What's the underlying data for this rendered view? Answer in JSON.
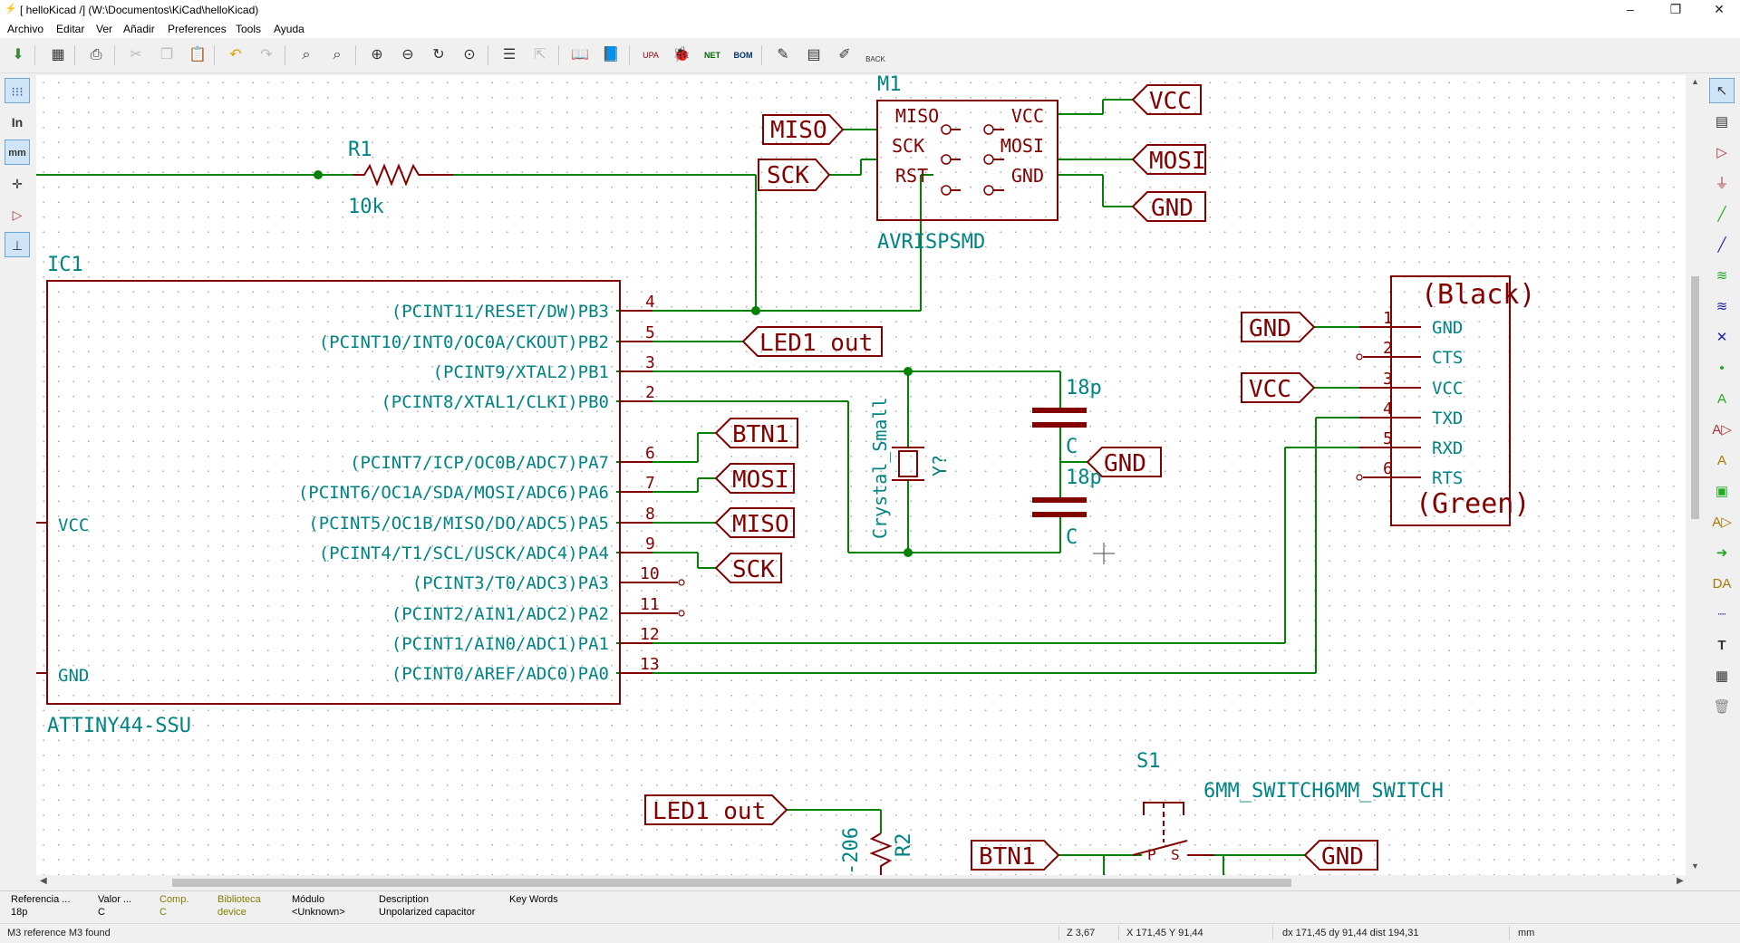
{
  "window": {
    "title": "[ helloKicad /] (W:\\Documentos\\KiCad\\helloKicad)",
    "minimize": "–",
    "maximize": "❐",
    "close": "✕"
  },
  "menu": [
    "Archivo",
    "Editar",
    "Ver",
    "Añadir",
    "Preferences",
    "Tools",
    "Ayuda"
  ],
  "toolbar": {
    "back_label": "BACK",
    "net_label": "NET",
    "bom_label": "BOM",
    "upa_label": "UPA"
  },
  "left_toolbar": {
    "units_in": "In",
    "units_mm": "mm"
  },
  "schematic": {
    "wire_color": "#008400",
    "component_color": "#840000",
    "text_color": "#008484",
    "r1": {
      "ref": "R1",
      "value": "10k"
    },
    "m1": {
      "ref": "M1",
      "value": "AVRISPSMD",
      "pins_left": [
        "MISO",
        "SCK",
        "RST"
      ],
      "pins_right": [
        "VCC",
        "MOSI",
        "GND"
      ]
    },
    "ic1": {
      "ref": "IC1",
      "value": "ATTINY44-SSU",
      "vcc": "VCC",
      "gnd": "GND",
      "pins": [
        {
          "num": "4",
          "name": "(PCINT11/RESET/DW)PB3"
        },
        {
          "num": "5",
          "name": "(PCINT10/INT0/OC0A/CKOUT)PB2"
        },
        {
          "num": "3",
          "name": "(PCINT9/XTAL2)PB1"
        },
        {
          "num": "2",
          "name": "(PCINT8/XTAL1/CLKI)PB0"
        },
        {
          "num": "6",
          "name": "(PCINT7/ICP/OC0B/ADC7)PA7"
        },
        {
          "num": "7",
          "name": "(PCINT6/OC1A/SDA/MOSI/ADC6)PA6"
        },
        {
          "num": "8",
          "name": "(PCINT5/OC1B/MISO/DO/ADC5)PA5"
        },
        {
          "num": "9",
          "name": "(PCINT4/T1/SCL/USCK/ADC4)PA4"
        },
        {
          "num": "10",
          "name": "(PCINT3/T0/ADC3)PA3"
        },
        {
          "num": "11",
          "name": "(PCINT2/AIN1/ADC2)PA2"
        },
        {
          "num": "12",
          "name": "(PCINT1/AIN0/ADC1)PA1"
        },
        {
          "num": "13",
          "name": "(PCINT0/AREF/ADC0)PA0"
        }
      ]
    },
    "labels": {
      "miso": "MISO",
      "sck": "SCK",
      "vcc": "VCC",
      "mosi": "MOSI",
      "gnd": "GND",
      "led1_out": "LED1_out",
      "btn1": "BTN1"
    },
    "crystal": {
      "ref": "Y?",
      "value": "Crystal_Small"
    },
    "caps": [
      {
        "value": "18p",
        "ref": "C"
      },
      {
        "value": "18p",
        "ref": "C"
      }
    ],
    "ftdi": {
      "top": "(Black)",
      "bottom": "(Green)",
      "pins": [
        {
          "num": "1",
          "name": "GND"
        },
        {
          "num": "2",
          "name": "CTS"
        },
        {
          "num": "3",
          "name": "VCC"
        },
        {
          "num": "4",
          "name": "TXD"
        },
        {
          "num": "5",
          "name": "RXD"
        },
        {
          "num": "6",
          "name": "RTS"
        }
      ]
    },
    "r2": {
      "ref": "R2",
      "value": "-206"
    },
    "s1": {
      "ref": "S1",
      "value": "6MM_SWITCH6MM_SWITCH",
      "pin_p": "P",
      "pin_s": "S"
    }
  },
  "message_panel": [
    {
      "header": "Referencia ...",
      "value": "18p",
      "color": "#000000"
    },
    {
      "header": "Valor ...",
      "value": "C",
      "color": "#000000"
    },
    {
      "header": "Comp.",
      "value": "C",
      "color": "#808000"
    },
    {
      "header": "Biblioteca",
      "value": "device",
      "color": "#808000"
    },
    {
      "header": "Módulo",
      "value": "<Unknown>",
      "color": "#000000"
    },
    {
      "header": "Description",
      "value": "Unpolarized capacitor",
      "color": "#000000"
    },
    {
      "header": "Key Words",
      "value": "",
      "color": "#000000"
    }
  ],
  "status": {
    "message": "M3 reference M3 found",
    "zoom": "Z 3,67",
    "abs": "X 171,45  Y 91,44",
    "rel": "dx 171,45  dy 91,44  dist 194,31",
    "units": "mm"
  }
}
